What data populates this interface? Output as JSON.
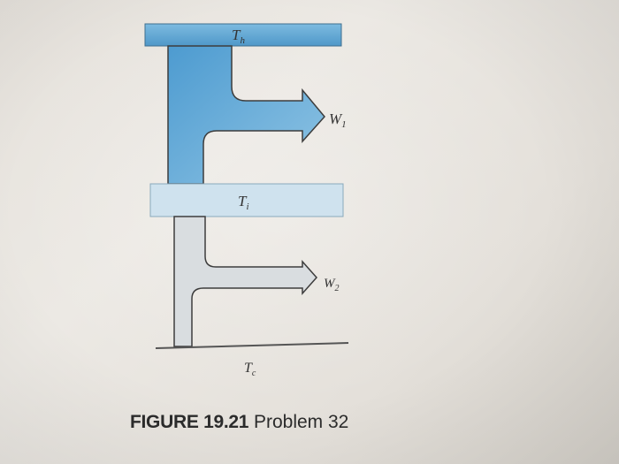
{
  "diagram": {
    "hot_reservoir_label": "Th",
    "intermediate_reservoir_label": "Ti",
    "cold_reservoir_label": "Tc",
    "work_1_label": "W1",
    "work_2_label": "W2",
    "colors": {
      "hot_reservoir": "#5fa7d4",
      "intermediate_reservoir": "#cfe2ee",
      "cold_line": "#555555",
      "upper_flow": "#5aa5d6",
      "lower_flow": "#d8dcde",
      "outline": "#3d3d3d"
    }
  },
  "caption": {
    "figure_number": "FIGURE 19.21",
    "text": "Problem 32"
  }
}
